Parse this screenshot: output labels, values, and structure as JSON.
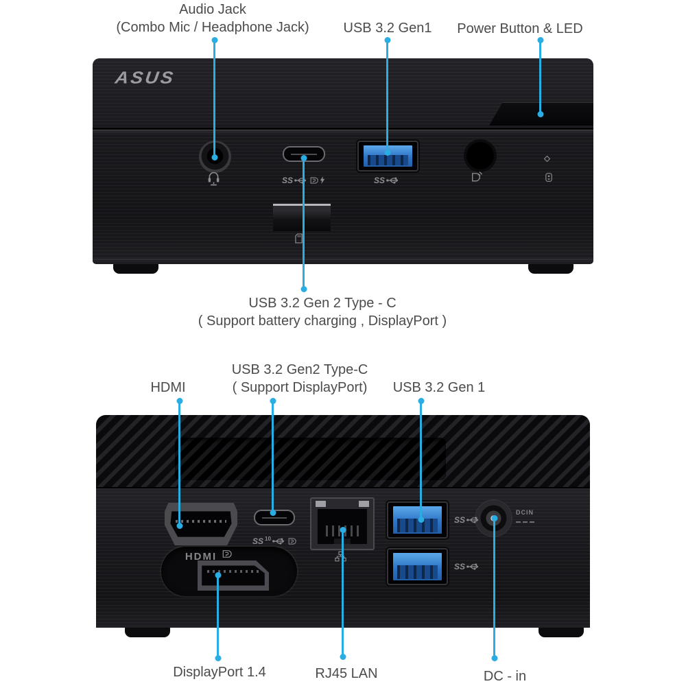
{
  "front": {
    "logo": "ASUS",
    "callout_audio_1": "Audio Jack",
    "callout_audio_2": "(Combo Mic / Headphone Jack)",
    "callout_usb": "USB 3.2 Gen1",
    "callout_power": "Power Button & LED",
    "callout_usbc_1": "USB 3.2 Gen 2 Type - C",
    "callout_usbc_2": "( Support battery charging , DisplayPort )"
  },
  "rear": {
    "callout_hdmi": "HDMI",
    "callout_usbc_1": "USB 3.2 Gen2 Type-C",
    "callout_usbc_2": "( Support DisplayPort)",
    "callout_usb": "USB 3.2 Gen 1",
    "callout_dp": "DisplayPort 1.4",
    "callout_lan": "RJ45 LAN",
    "callout_dcin": "DC - in",
    "hdmi_port_label": "HDMI",
    "dcin_port_label": "DCIN",
    "usbc_sup": "10"
  },
  "labels": {
    "ss": "SS"
  },
  "colors": {
    "accent": "#2aade3",
    "label_text": "#4b4b4d",
    "usb_blue": "#2e7fd2",
    "chassis": "#1a1a1e"
  },
  "icons": {
    "headset": "headset-mic-icon",
    "usb_trident": "usb-ss-trident-icon",
    "displayport_logo": "displayport-logo-icon",
    "lightning": "battery-charge-bolt-icon",
    "wireless_display": "wireless-display-icon",
    "storage_led": "storage-drive-icon",
    "power_led": "led-diamond-icon",
    "sd_card": "sd-card-icon",
    "lan": "network-lan-icon"
  }
}
